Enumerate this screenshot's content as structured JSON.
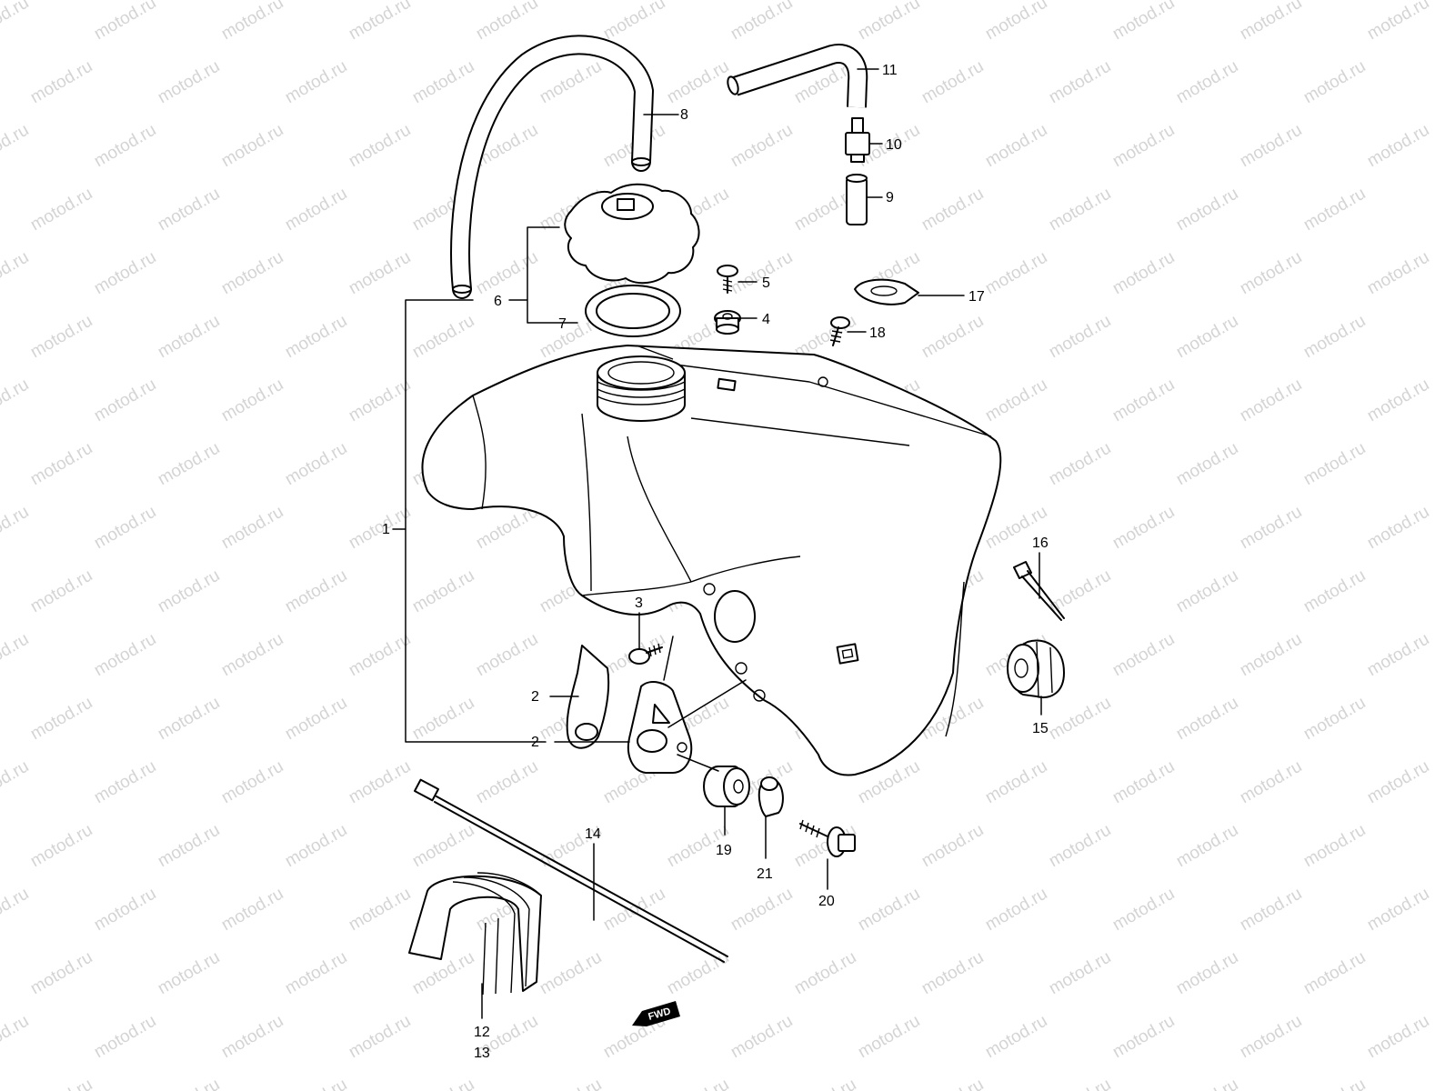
{
  "watermark": "motod.ru",
  "fwd_label": "FWD",
  "callouts": [
    {
      "id": "1",
      "text": "1"
    },
    {
      "id": "2a",
      "text": "2"
    },
    {
      "id": "2b",
      "text": "2"
    },
    {
      "id": "3",
      "text": "3"
    },
    {
      "id": "4",
      "text": "4"
    },
    {
      "id": "5",
      "text": "5"
    },
    {
      "id": "6",
      "text": "6"
    },
    {
      "id": "7",
      "text": "7"
    },
    {
      "id": "8",
      "text": "8"
    },
    {
      "id": "9",
      "text": "9"
    },
    {
      "id": "10",
      "text": "10"
    },
    {
      "id": "11",
      "text": "11"
    },
    {
      "id": "12",
      "text": "12"
    },
    {
      "id": "13",
      "text": "13"
    },
    {
      "id": "14",
      "text": "14"
    },
    {
      "id": "15",
      "text": "15"
    },
    {
      "id": "16",
      "text": "16"
    },
    {
      "id": "17",
      "text": "17"
    },
    {
      "id": "18",
      "text": "18"
    },
    {
      "id": "19",
      "text": "19"
    },
    {
      "id": "20",
      "text": "20"
    },
    {
      "id": "21",
      "text": "21"
    }
  ]
}
